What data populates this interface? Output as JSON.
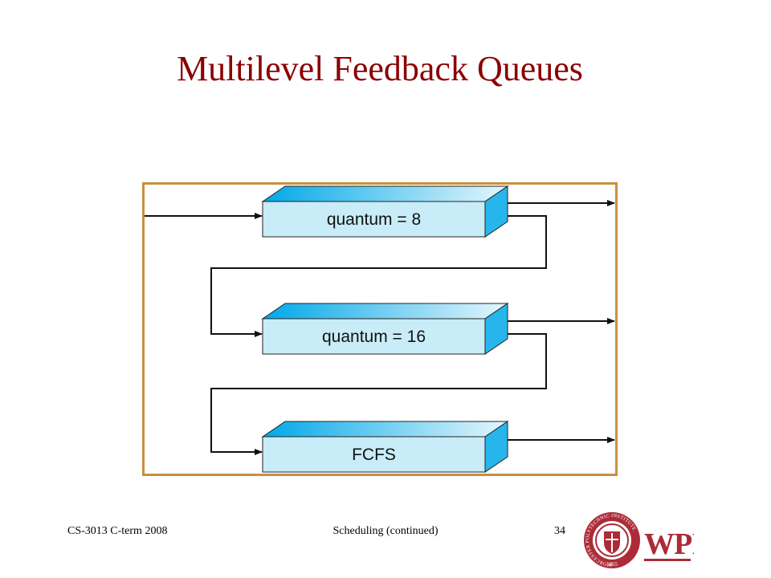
{
  "slide": {
    "title": "Multilevel Feedback Queues"
  },
  "diagram": {
    "queues": [
      {
        "label": "quantum = 8"
      },
      {
        "label": "quantum = 16"
      },
      {
        "label": "FCFS"
      }
    ],
    "colors": {
      "border": "#C8903C",
      "box_front": "#C8ECF8",
      "box_top_gradient_start": "#00A8E8",
      "box_top_gradient_end": "#E6F6FC",
      "box_side": "#27B6EC",
      "arrow": "#111111"
    }
  },
  "footer": {
    "course": "CS-3013 C-term 2008",
    "topic": "Scheduling (continued)",
    "page": "34"
  },
  "logo": {
    "seal_text": "WORCESTER POLYTECHNIC INSTITUTE",
    "year": "1865",
    "wordmark": "WPI",
    "colors": {
      "primary": "#AC2B37"
    }
  }
}
